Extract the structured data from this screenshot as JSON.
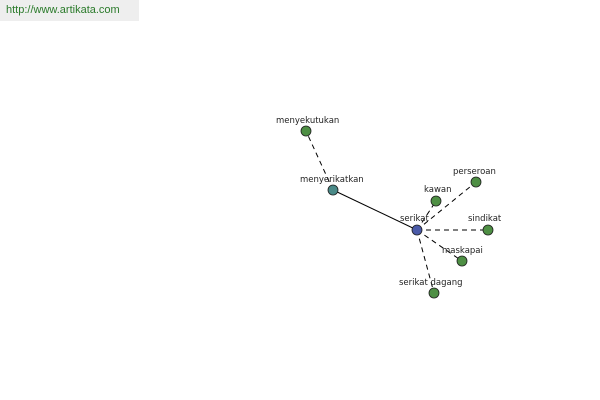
{
  "header": {
    "source_url": "http://www.artikata.com"
  },
  "graph": {
    "center_color": "#4a5aa8",
    "intermediate_color": "#4a8a88",
    "leaf_color": "#4e8f44",
    "nodes": [
      {
        "id": "serikat",
        "label": "serikat",
        "role": "center"
      },
      {
        "id": "menyerikatkan",
        "label": "menyerikatkan",
        "role": "intermediate"
      },
      {
        "id": "menyekutukan",
        "label": "menyekutukan",
        "role": "leaf"
      },
      {
        "id": "kawan",
        "label": "kawan",
        "role": "leaf"
      },
      {
        "id": "perseroan",
        "label": "perseroan",
        "role": "leaf"
      },
      {
        "id": "sindikat",
        "label": "sindikat",
        "role": "leaf"
      },
      {
        "id": "maskapai",
        "label": "maskapai",
        "role": "leaf"
      },
      {
        "id": "serikat-dagang",
        "label": "serikat dagang",
        "role": "leaf"
      }
    ],
    "edges": [
      {
        "from": "serikat",
        "to": "menyerikatkan",
        "style": "solid"
      },
      {
        "from": "menyerikatkan",
        "to": "menyekutukan",
        "style": "dashed"
      },
      {
        "from": "serikat",
        "to": "kawan",
        "style": "dashed"
      },
      {
        "from": "serikat",
        "to": "perseroan",
        "style": "dashed"
      },
      {
        "from": "serikat",
        "to": "sindikat",
        "style": "dashed"
      },
      {
        "from": "serikat",
        "to": "maskapai",
        "style": "dashed"
      },
      {
        "from": "serikat",
        "to": "serikat-dagang",
        "style": "dashed"
      }
    ]
  }
}
